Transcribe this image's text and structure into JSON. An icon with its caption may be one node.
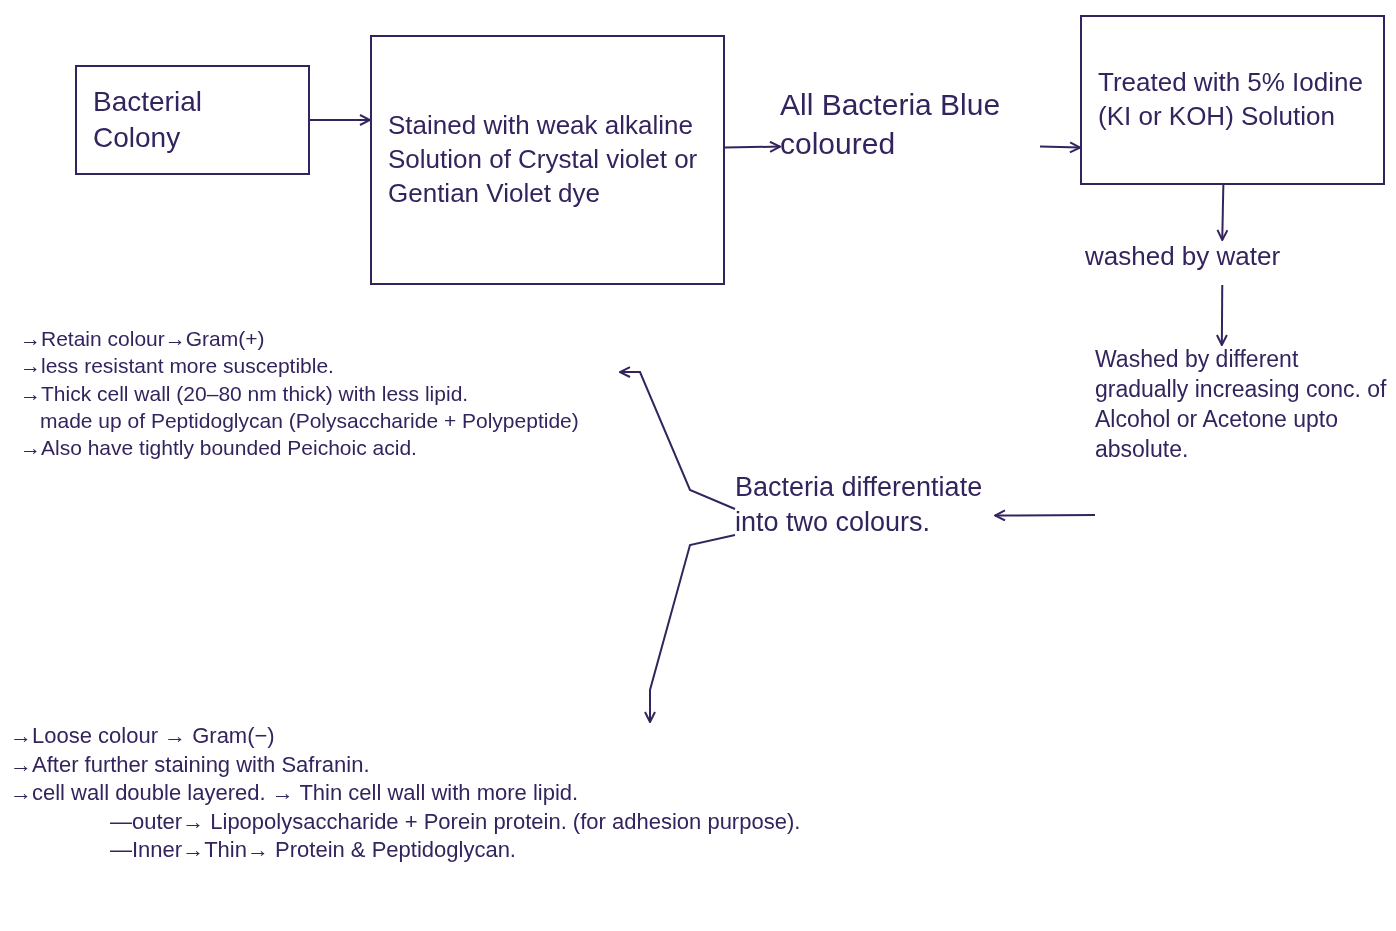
{
  "diagram": {
    "nodes": [
      {
        "text": [
          "Bacterial Colony"
        ]
      },
      {
        "text": [
          "Stained with weak alkaline Solution of Crystal violet or Gentian Violet dye"
        ]
      },
      {
        "text": [
          "All Bacteria Blue coloured"
        ]
      },
      {
        "text": [
          "Treated with 5% Iodine (KI or KOH) Solution"
        ]
      },
      {
        "text": [
          "washed by water"
        ]
      },
      {
        "text": [
          "Washed by different gradually increasing conc. of Alcohol or Acetone upto absolute."
        ]
      },
      {
        "text": [
          "Bacteria differentiate into two colours."
        ]
      },
      {
        "text": [
          "→Retain colour→Gram(+)",
          "→less resistant more susceptible.",
          "→Thick cell wall (20–80 nm thick) with less lipid.",
          "made up of Peptidoglycan (Polysaccharide + Polypeptide)",
          "→Also have tightly bounded Peichoic acid."
        ]
      },
      {
        "text": [
          "→Loose colour → Gram(−)",
          "→After further staining with Safranin.",
          "→cell wall double layered. → Thin cell wall with more lipid.",
          "—outer→ Lipopolysaccharide + Porein protein. (for adhesion purpose).",
          "—Inner→Thin→ Protein & Peptidoglycan."
        ]
      }
    ],
    "edges": [
      {
        "from": 0,
        "to": 1,
        "arrow": "to"
      },
      {
        "from": 1,
        "to": 2,
        "arrow": "to"
      },
      {
        "from": 2,
        "to": 3,
        "arrow": "to"
      },
      {
        "from": 3,
        "to": 4,
        "arrow": "to"
      },
      {
        "from": 4,
        "to": 5,
        "arrow": "to"
      },
      {
        "from": 5,
        "to": 6,
        "arrow": "to"
      },
      {
        "from": 6,
        "to": 7,
        "arrow": "to"
      },
      {
        "from": 6,
        "to": 8,
        "arrow": "to"
      }
    ]
  }
}
